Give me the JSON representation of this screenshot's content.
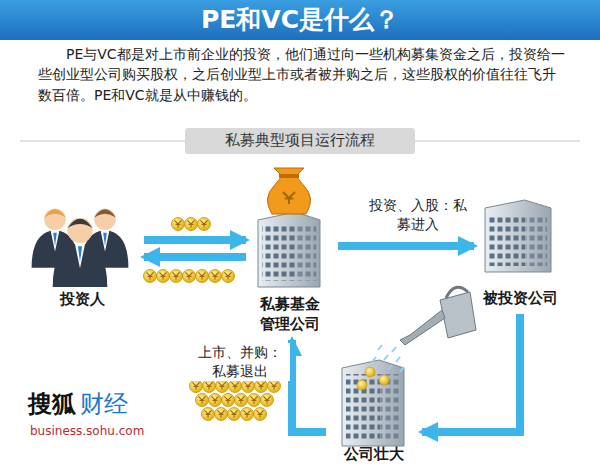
{
  "diagram": {
    "title": "PE和VC是什么？",
    "nodes": [
      {
        "text": [
          "投资人"
        ]
      },
      {
        "text": [
          "私募基金 管理公司"
        ]
      },
      {
        "text": [
          "被投资公司"
        ]
      },
      {
        "text": [
          "公司壮大"
        ]
      }
    ],
    "edges": [
      {
        "from": 0,
        "to": 1,
        "arrow": "to"
      },
      {
        "from": 1,
        "to": 0,
        "arrow": "to"
      },
      {
        "from": 1,
        "to": 2,
        "label": "投资、入股：私募进入",
        "arrow": "to"
      },
      {
        "from": 2,
        "to": 3,
        "arrow": "to"
      },
      {
        "from": 3,
        "to": 1,
        "label": "上市、并购：私募退出",
        "arrow": "to"
      }
    ],
    "labels": [
      "PE与VC都是对上市前企业的投资，他们通过向一些机构募集资金之后，投资给一些创业型公司购买股权，之后创业型上市或者被并购之后，这些股权的价值往往飞升数百倍。PE和VC就是从中赚钱的。",
      "私募典型项目运行流程",
      "搜狐",
      "财经",
      "business.sohu.com"
    ]
  }
}
